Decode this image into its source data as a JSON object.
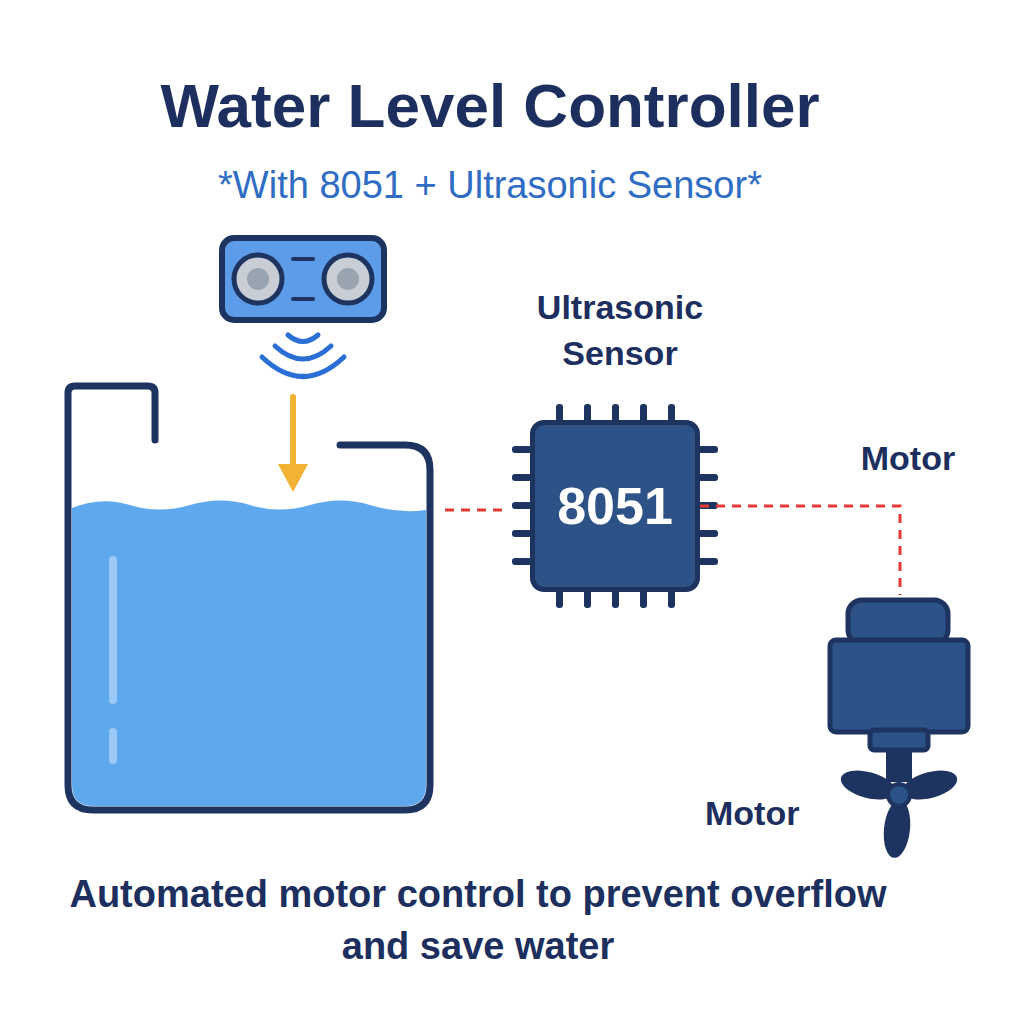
{
  "diagram": {
    "title": "Water Level Controller",
    "caption": "Automated motor control to prevent overflow and save water",
    "nodes": [
      {
        "text": [
          "8051"
        ]
      },
      {
        "text": [
          "Motor"
        ]
      }
    ],
    "edges": [
      {
        "from": 0,
        "to": 1,
        "arrow": "none"
      }
    ],
    "labels": [
      "*With 8051 + Ultrasonic Sensor*",
      "Ultrasonic Sensor",
      "Motor"
    ]
  }
}
